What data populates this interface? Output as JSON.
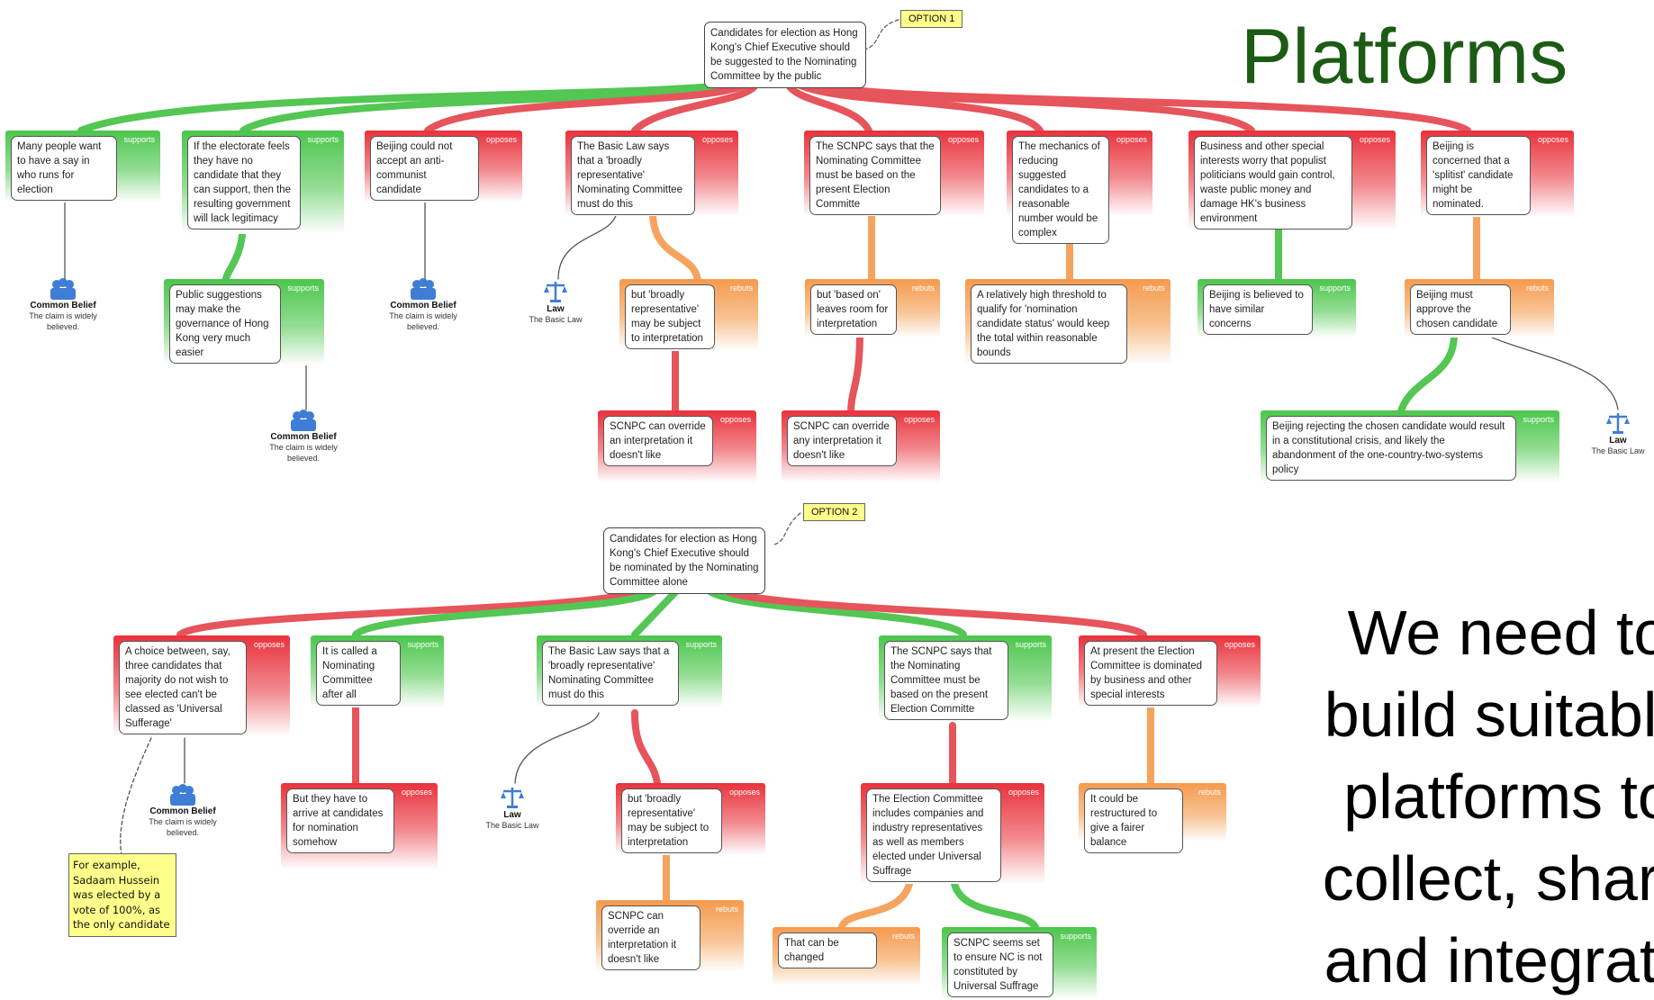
{
  "title": "Platforms",
  "body_lines": [
    "We need to",
    "build suitable",
    "platforms to",
    "collect, share",
    "and integrate"
  ],
  "tags": {
    "option1": "OPTION 1",
    "option2": "OPTION 2"
  },
  "relations": {
    "supports": "supports",
    "opposes": "opposes",
    "rebuts": "rebuts"
  },
  "sources": {
    "common_title": "Common Belief",
    "common_desc": "The claim is widely believed.",
    "law_title": "Law",
    "law_desc": "The Basic Law"
  },
  "map1": {
    "root": "Candidates for election as Hong Kong's Chief Executive should be suggested to the Nominating Committee by the public",
    "c1": "Many people want to have a say in who runs for election",
    "c2": "If the electorate feels they have no candidate that they can support, then the resulting government will lack legitimacy",
    "c3": "Beijing could not accept an anti-communist candidate",
    "c4": "The Basic Law says that a 'broadly representative' Nominating Committee must do this",
    "c5": "The SCNPC says that the Nominating Committee must be based on the present Election Committe",
    "c6": "The mechanics of reducing suggested candidates to a reasonable number would be complex",
    "c7": "Business and other special interests worry that populist politicians would gain control, waste public money and damage HK's business environment",
    "c8": "Beijing is concerned that a 'splitist' candidate might be nominated.",
    "s1": "Public suggestions may make the governance of Hong Kong very much easier",
    "r1": "but 'broadly representative' may be subject to interpretation",
    "r2": "but 'based on' leaves room for interpretation",
    "r3": "A relatively high threshold to qualify for 'nomination candidate status' would keep the total within reasonable bounds",
    "s2": "Beijing is believed to have similar concerns",
    "r4": "Beijing must approve the chosen candidate",
    "o1": "SCNPC can override an interpretation it doesn't like",
    "o2": "SCNPC can override any interpretation it doesn't like",
    "s3": "Beijing rejecting the chosen candidate would result in a constitutional crisis, and likely the abandonment of the one-country-two-systems policy"
  },
  "map2": {
    "root": "Candidates for election as Hong Kong's Chief Executive should be nominated by the Nominating Committee alone",
    "c1": "A choice between, say, three candidates that majority do not wish to see elected can't be classed as 'Universal Sufferage'",
    "c2": "It is called a Nominating Committee after all",
    "c3": "The Basic Law says that a 'broadly representative' Nominating Committee must do this",
    "c4": "The SCNPC says that the Nominating Committee must be based on the present Election Committe",
    "c5": "At present the Election Committee is dominated by business and other special interests",
    "o1": "But they have to arrive at candidates for nomination somehow",
    "o2": "but 'broadly representative' may be subject to interpretation",
    "o3": "The Election Committee includes companies and industry representatives as well as members elected under Universal Suffrage",
    "r1": "It could be restructured to give a fairer balance",
    "r2": "SCNPC can override an interpretation it doesn't like",
    "r3": "That can be changed",
    "s1": "SCNPC seems set to ensure NC is not constituted by Universal Suffrage",
    "note": "For example, Sadaam Hussein was elected by a vote of 100%, as the only candidate"
  }
}
